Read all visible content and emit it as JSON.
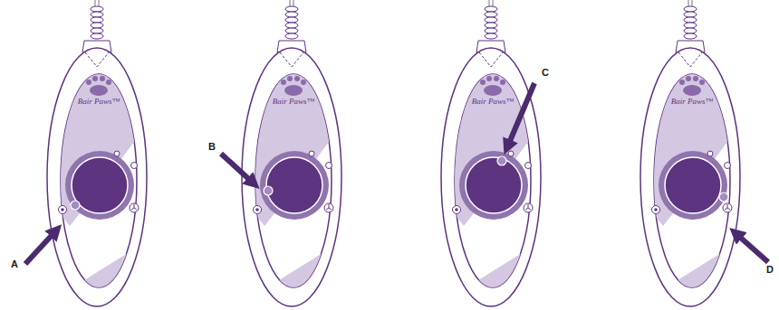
{
  "diagram": {
    "labels": [
      "Bair Paws™",
      "A",
      "Bair Paws™",
      "B",
      "Bair Paws™",
      "C",
      "Bair Paws™",
      "D"
    ]
  }
}
